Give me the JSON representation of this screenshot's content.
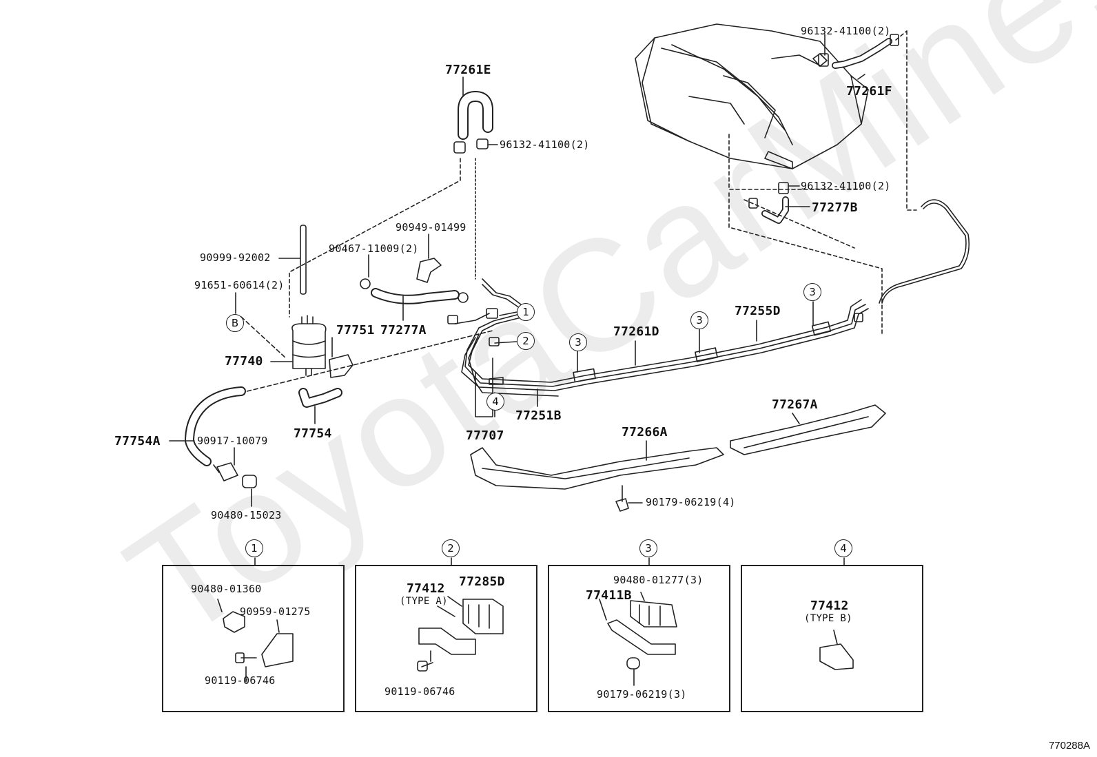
{
  "watermark": "ToyotaCarMine.ru",
  "diagram_code": "770288A",
  "callouts": {
    "p77261E": "77261E",
    "p96132_top": "96132-41100(2)",
    "p96132_tank_top": "96132-41100(2)",
    "p77261F": "77261F",
    "p96132_tank_bottom": "96132-41100(2)",
    "p77277B": "77277B",
    "p90949": "90949-01499",
    "p90467": "90467-11009(2)",
    "p90999": "90999-92002",
    "p91651": "91651-60614(2)",
    "p77751": "77751",
    "p77740": "77740",
    "p77277A": "77277A",
    "p77261D": "77261D",
    "p77255D": "77255D",
    "p77251B": "77251B",
    "p77707": "77707",
    "p77267A": "77267A",
    "p77266A": "77266A",
    "p77754": "77754",
    "p77754A": "77754A",
    "p90917": "90917-10079",
    "p90480_15023": "90480-15023",
    "p90179_main": "90179-06219(4)"
  },
  "markers": {
    "B": "B",
    "one": "1",
    "two": "2",
    "three": "3",
    "four": "4"
  },
  "insets": {
    "one": {
      "a": "90480-01360",
      "b": "90959-01275",
      "c": "90119-06746"
    },
    "two": {
      "a": "77412",
      "a_sub": "(TYPE A)",
      "b": "77285D",
      "c": "90119-06746"
    },
    "three": {
      "a": "90480-01277(3)",
      "b": "77411B",
      "c": "90179-06219(3)"
    },
    "four": {
      "a": "77412",
      "a_sub": "(TYPE B)"
    }
  }
}
